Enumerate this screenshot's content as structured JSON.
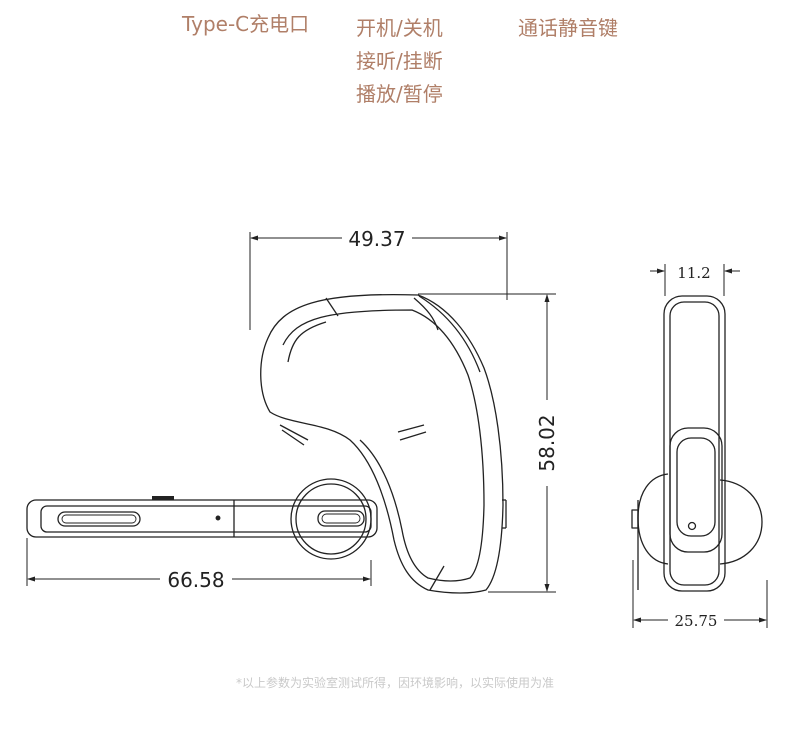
{
  "labels": {
    "typec": "Type-C充电口",
    "power_lines": [
      "开机/关机",
      "接听/挂断",
      "播放/暂停"
    ],
    "mute": "通话静音键"
  },
  "dimensions": {
    "width_top": "49.37",
    "height": "58.02",
    "length": "66.58",
    "side_thickness": "11.2",
    "side_width": "25.75"
  },
  "footnote": "*以上参数为实验室测试所得，因环境影响，以实际使用为准",
  "colors": {
    "label_text": "#b07f68",
    "line": "#222222",
    "footnote": "#c9c9c9"
  }
}
